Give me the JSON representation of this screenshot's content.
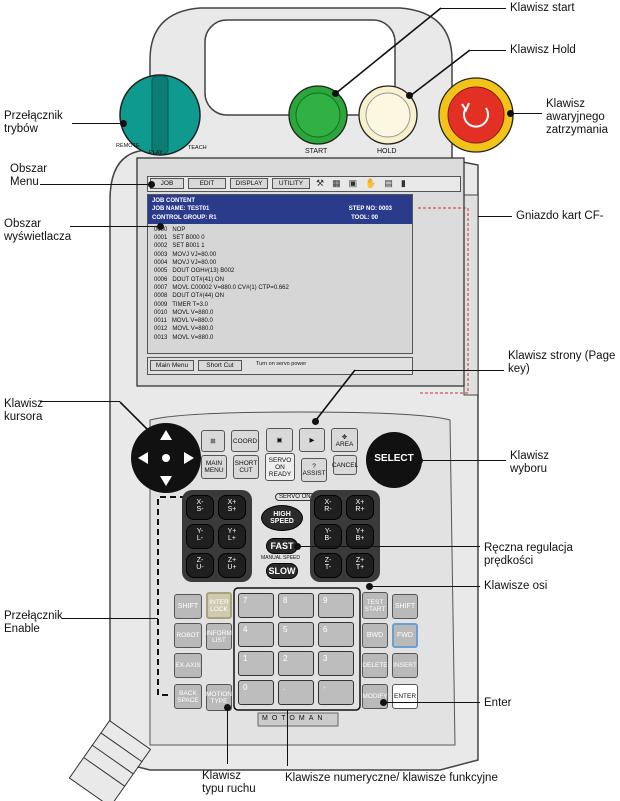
{
  "callouts": {
    "start_key": "Klawisz start",
    "hold_key": "Klawisz Hold",
    "estop_key": [
      "Klawisz",
      "awaryjnego",
      "zatrzymania"
    ],
    "mode_switch": [
      "Przełącznik",
      "trybów"
    ],
    "menu_area": [
      "Obszar",
      "Menu"
    ],
    "display_area": [
      "Obszar",
      "wyświetlacza"
    ],
    "cf_slot": "Gniazdo kart CF-",
    "page_key": [
      "Klawisz strony (Page",
      "key)"
    ],
    "cursor_key": [
      "Klawisz",
      "kursora"
    ],
    "select_key": [
      "Klawisz",
      "wyboru"
    ],
    "manual_speed": [
      "Ręczna regulacja",
      "prędkości"
    ],
    "axis_keys": "Klawisze osi",
    "enable_switch": [
      "Przełącznik",
      "Enable"
    ],
    "enter_key": "Enter",
    "motion_type_key": [
      "Klawisz",
      "typu ruchu"
    ],
    "numeric_keys": "Klawisze numeryczne/ klawisze funkcyjne"
  },
  "switch_labels": {
    "remote": "REMOTE",
    "play": "PLAY",
    "teach": "TEACH"
  },
  "big_buttons": {
    "start": "START",
    "hold": "HOLD"
  },
  "menu_tabs": [
    "JOB",
    "EDIT",
    "DISPLAY",
    "UTILITY"
  ],
  "screen": {
    "header1": "JOB CONTENT",
    "header2_left": "JOB NAME: TEST01",
    "header2_right": "STEP NO: 0003",
    "header3_left": "CONTROL GROUP: R1",
    "header3_right": "TOOL: 00",
    "lines": [
      "0000   NOP",
      "0001   SET B000 0",
      "0002   SET B001 1",
      "0003   MOVJ VJ=80.00",
      "0004   MOVJ VJ=80.00",
      "0005   DOUT OGH#(13) B002",
      "0006   DOUT OT#(41) ON",
      "0007   MOVL C00002 V=880.0 CV#(1) CTP=0.662",
      "0008   DOUT OT#(44) ON",
      "0009   TIMER T=3.0",
      "0010   MOVL V=880.0",
      "0011   MOVL V=880.0",
      "0012   MOVL V=880.0",
      "0013   MOVL V=880.0"
    ],
    "footer_main_menu": "Main Menu",
    "footer_short_cut": "Short Cut",
    "footer_status": "Turn on servo power"
  },
  "keys": {
    "coord": "COORD",
    "main_menu": "MAIN MENU",
    "short_cut": "SHORT CUT",
    "servo_on_ready": "SERVO ON READY",
    "area": "AREA",
    "cancel": "CANCEL",
    "assist": "ASSIST",
    "select": "SELECT",
    "servo_on": "SERVO ON",
    "high_speed": "HIGH SPEED",
    "fast": "FAST",
    "manual_speed": "MANUAL SPEED",
    "slow": "SLOW",
    "shift": "SHIFT",
    "interlock": "INTER LOCK",
    "test_start": "TEST START",
    "robot": "ROBOT",
    "inform_list": "INFORM LIST",
    "bwd": "BWD",
    "fwd": "FWD",
    "ex_axis": "EX.AXIS",
    "delete": "DELETE",
    "insert": "INSERT",
    "back_space": "BACK SPACE",
    "motion_type": "MOTION TYPE",
    "modify": "MODIFY",
    "enter": "ENTER",
    "brand": "MOTOMAN",
    "axis_left": [
      [
        "X-",
        "S-"
      ],
      [
        "X+",
        "S+"
      ],
      [
        "Y-",
        "L-"
      ],
      [
        "Y+",
        "L+"
      ],
      [
        "Z-",
        "U-"
      ],
      [
        "Z+",
        "U+"
      ]
    ],
    "axis_right": [
      [
        "X-",
        "R-"
      ],
      [
        "X+",
        "R+"
      ],
      [
        "Y-",
        "B-"
      ],
      [
        "Y+",
        "B+"
      ],
      [
        "Z-",
        "T-"
      ],
      [
        "Z+",
        "T+"
      ]
    ],
    "numbers": [
      "7",
      "8",
      "9",
      "4",
      "5",
      "6",
      "1",
      "2",
      "3",
      "0",
      ".",
      "-"
    ]
  }
}
